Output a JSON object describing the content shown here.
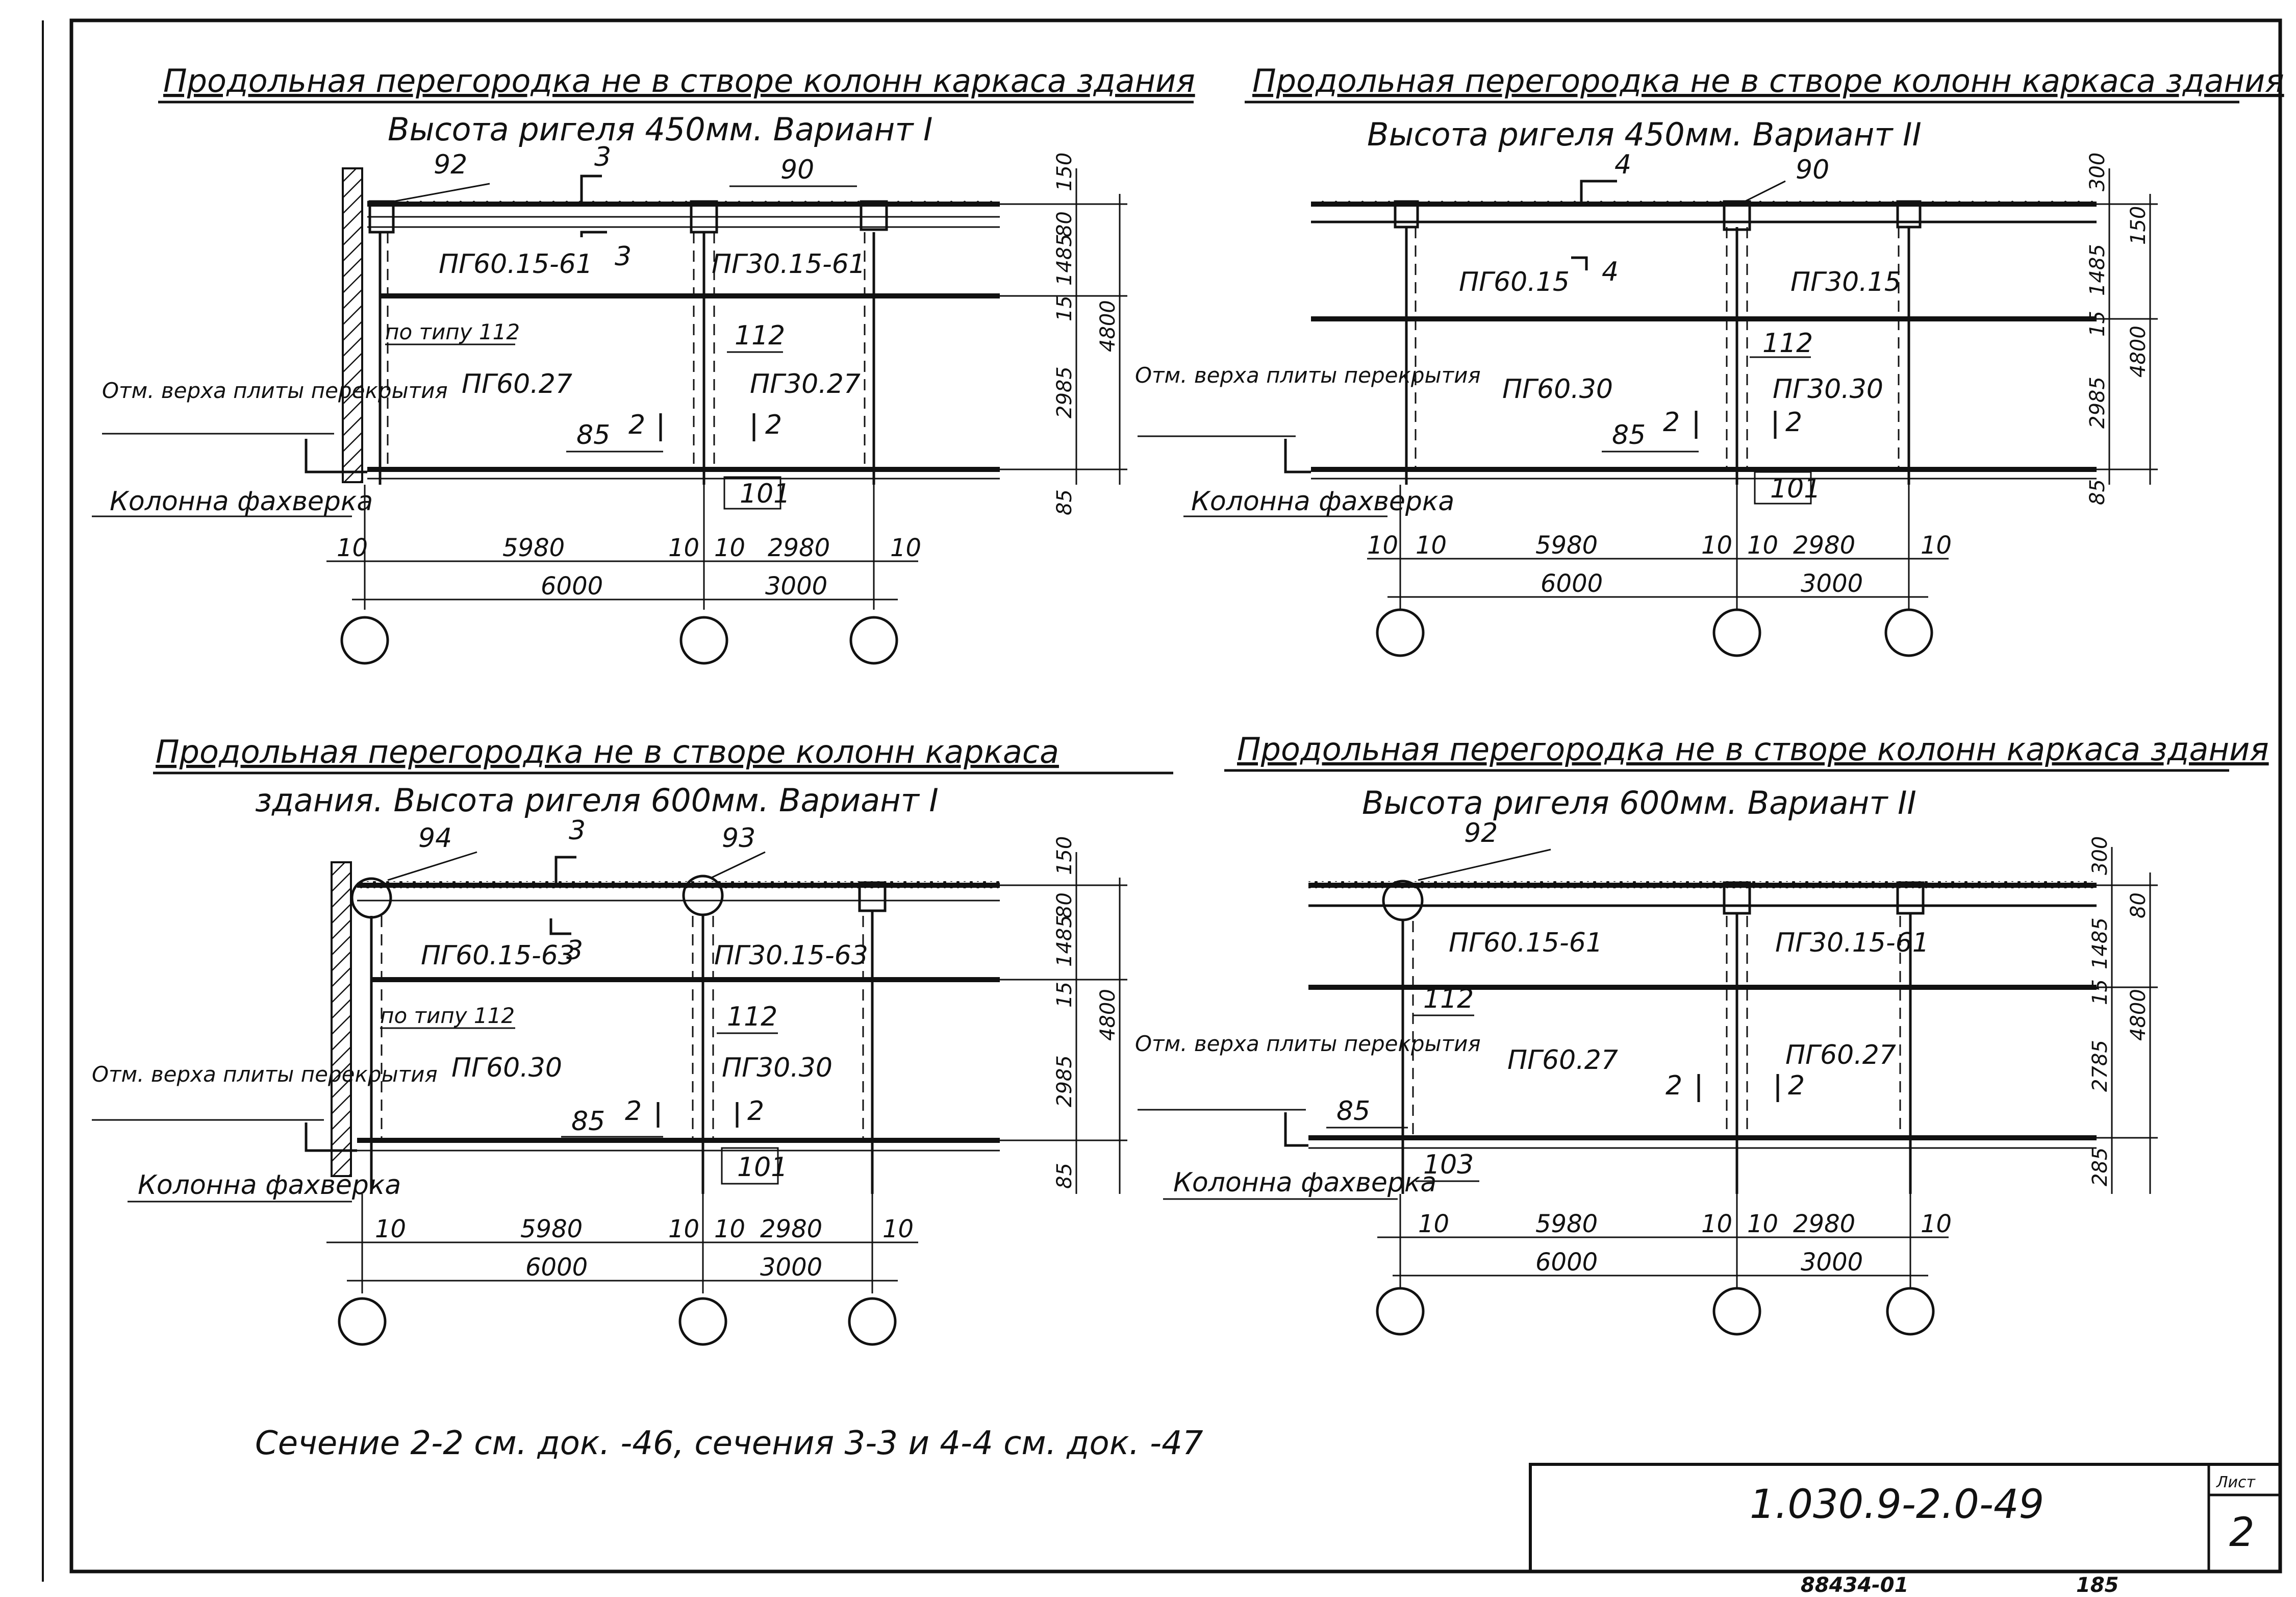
{
  "views": [
    {
      "title": "Продольная перегородка не в створе колонн каркаса здания",
      "subtitle": "Высота ригеля 450мм. Вариант I",
      "callouts": [
        "92",
        "90"
      ],
      "sections": [
        "3",
        "3",
        "2",
        "2"
      ],
      "panel_top": [
        "ПГ60.15-61",
        "ПГ30.15-61"
      ],
      "panel_bottom": [
        "ПГ60.27",
        "ПГ30.27"
      ],
      "type_note": "по типу 112",
      "node_labels": [
        "112",
        "85",
        "101"
      ],
      "left_labels": [
        "Отм. верха плиты перекрытия",
        "Колонна фахверка"
      ],
      "dims_row1": [
        "10",
        "5980",
        "10",
        "10",
        "2980",
        "10"
      ],
      "dims_row2": [
        "6000",
        "3000"
      ],
      "vdims": [
        "150",
        "80",
        "1485",
        "15",
        "2985",
        "85",
        "4800"
      ]
    },
    {
      "title": "Продольная перегородка не в створе колонн каркаса здания",
      "subtitle": "Высота ригеля 450мм. Вариант II",
      "callouts": [
        "90"
      ],
      "sections": [
        "4",
        "4",
        "2",
        "2"
      ],
      "panel_top": [
        "ПГ60.15",
        "ПГ30.15"
      ],
      "panel_bottom": [
        "ПГ60.30",
        "ПГ30.30"
      ],
      "type_note": "",
      "node_labels": [
        "112",
        "85",
        "101"
      ],
      "left_labels": [
        "Отм. верха плиты перекрытия",
        "Колонна фахверка"
      ],
      "dims_row1": [
        "10",
        "10",
        "5980",
        "10",
        "10",
        "2980",
        "10"
      ],
      "dims_row2": [
        "6000",
        "3000"
      ],
      "vdims": [
        "300",
        "150",
        "1485",
        "15",
        "2985",
        "85",
        "4800"
      ]
    },
    {
      "title": "Продольная перегородка не в створе колонн каркаса",
      "subtitle": "здания. Высота ригеля 600мм. Вариант I",
      "callouts": [
        "94",
        "93"
      ],
      "sections": [
        "3",
        "3",
        "2",
        "2"
      ],
      "panel_top": [
        "ПГ60.15-63",
        "ПГ30.15-63"
      ],
      "panel_bottom": [
        "ПГ60.30",
        "ПГ30.30"
      ],
      "type_note": "по типу 112",
      "node_labels": [
        "112",
        "85",
        "101"
      ],
      "left_labels": [
        "Отм. верха плиты перекрытия",
        "Колонна фахверка"
      ],
      "dims_row1": [
        "10",
        "5980",
        "10",
        "10",
        "2980",
        "10"
      ],
      "dims_row2": [
        "6000",
        "3000"
      ],
      "vdims": [
        "150",
        "80",
        "1485",
        "15",
        "2985",
        "85",
        "4800"
      ]
    },
    {
      "title": "Продольная перегородка не в створе колонн каркаса здания",
      "subtitle": "Высота ригеля 600мм. Вариант II",
      "callouts": [
        "92"
      ],
      "sections": [
        "2",
        "2"
      ],
      "panel_top": [
        "ПГ60.15-61",
        "ПГ30.15-61"
      ],
      "panel_bottom": [
        "ПГ60.27",
        "ПГ60.27"
      ],
      "type_note": "",
      "node_labels": [
        "112",
        "85",
        "103"
      ],
      "left_labels": [
        "Отм. верха плиты перекрытия",
        "Колонна фахверка"
      ],
      "dims_row1": [
        "10",
        "5980",
        "10",
        "10",
        "2980",
        "10"
      ],
      "dims_row2": [
        "6000",
        "3000"
      ],
      "vdims": [
        "300",
        "80",
        "1485",
        "15",
        "2785",
        "285",
        "4800"
      ]
    }
  ],
  "footer_note": "Сечение 2-2 см. док. -46, сечения 3-3 и 4-4 см. док. -47",
  "stamp": {
    "doc_code": "1.030.9-2.0-49",
    "sheet_label": "Лист",
    "sheet_no": "2"
  },
  "bottom_marks": [
    "88434-01",
    "185"
  ]
}
